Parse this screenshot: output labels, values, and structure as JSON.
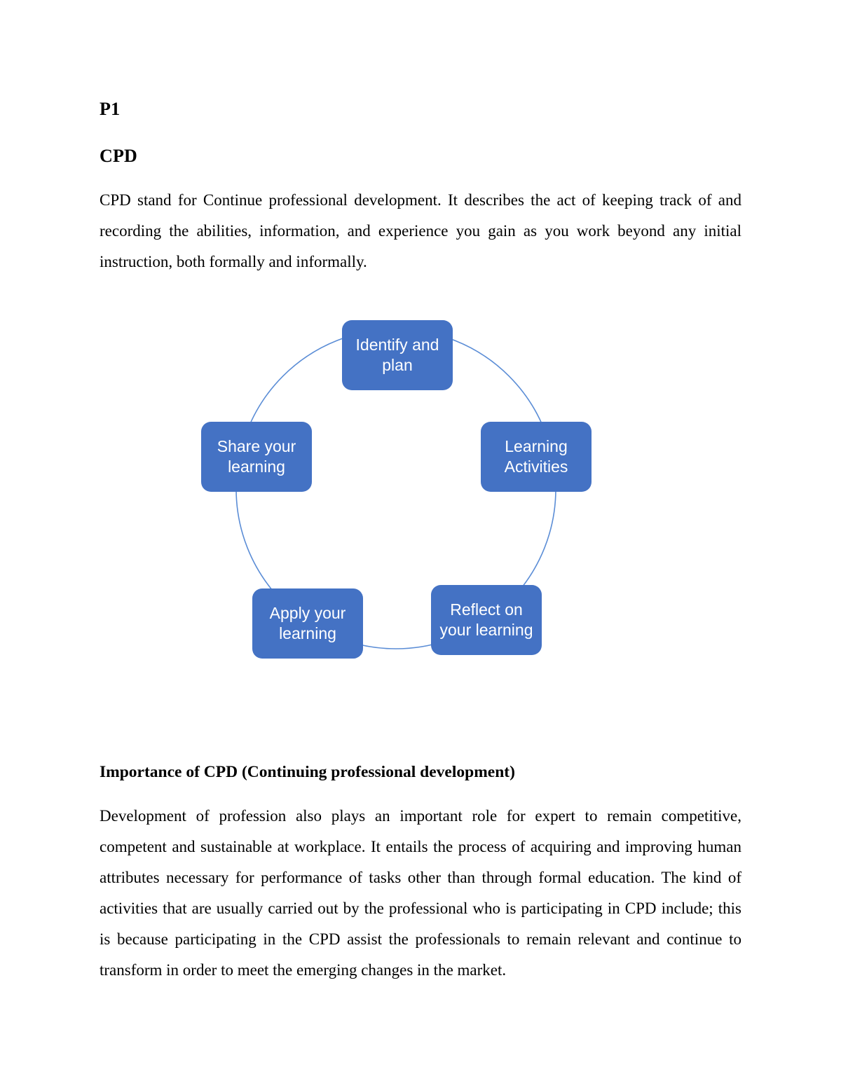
{
  "document": {
    "title": "P1",
    "subtitle": "CPD",
    "intro_paragraph": " CPD stand for Continue professional development. It describes the act of keeping track of and recording the abilities, information, and experience you gain as you work beyond any initial instruction, both formally and informally.",
    "importance_heading": "Importance of CPD (Continuing professional development)",
    "importance_paragraph": "Development of profession also plays an important role for expert to remain competitive, competent and sustainable at workplace. It entails the process of acquiring and improving human attributes necessary for performance of tasks other than through formal education. The kind of activities that are usually carried out by the professional who is participating in CPD include; this is because participating in the CPD assist the professionals to remain relevant and continue to transform in order to meet the emerging changes in the market."
  },
  "diagram": {
    "name": "cpd-cycle-diagram",
    "type": "cycle",
    "node_fill_color": "#4472C4",
    "node_text_color": "#FFFFFF",
    "connector_color": "#5B8DD6",
    "nodes": [
      {
        "id": "identify-and-plan",
        "label": "Identify and\nplan",
        "position": "top"
      },
      {
        "id": "learning-activities",
        "label": "Learning\nActivities",
        "position": "right"
      },
      {
        "id": "reflect-on-learning",
        "label": "Reflect on\nyour learning",
        "position": "bottom-right"
      },
      {
        "id": "apply-your-learning",
        "label": "Apply your\nlearning",
        "position": "bottom-left"
      },
      {
        "id": "share-your-learning",
        "label": "Share your\nlearning",
        "position": "left"
      }
    ]
  }
}
